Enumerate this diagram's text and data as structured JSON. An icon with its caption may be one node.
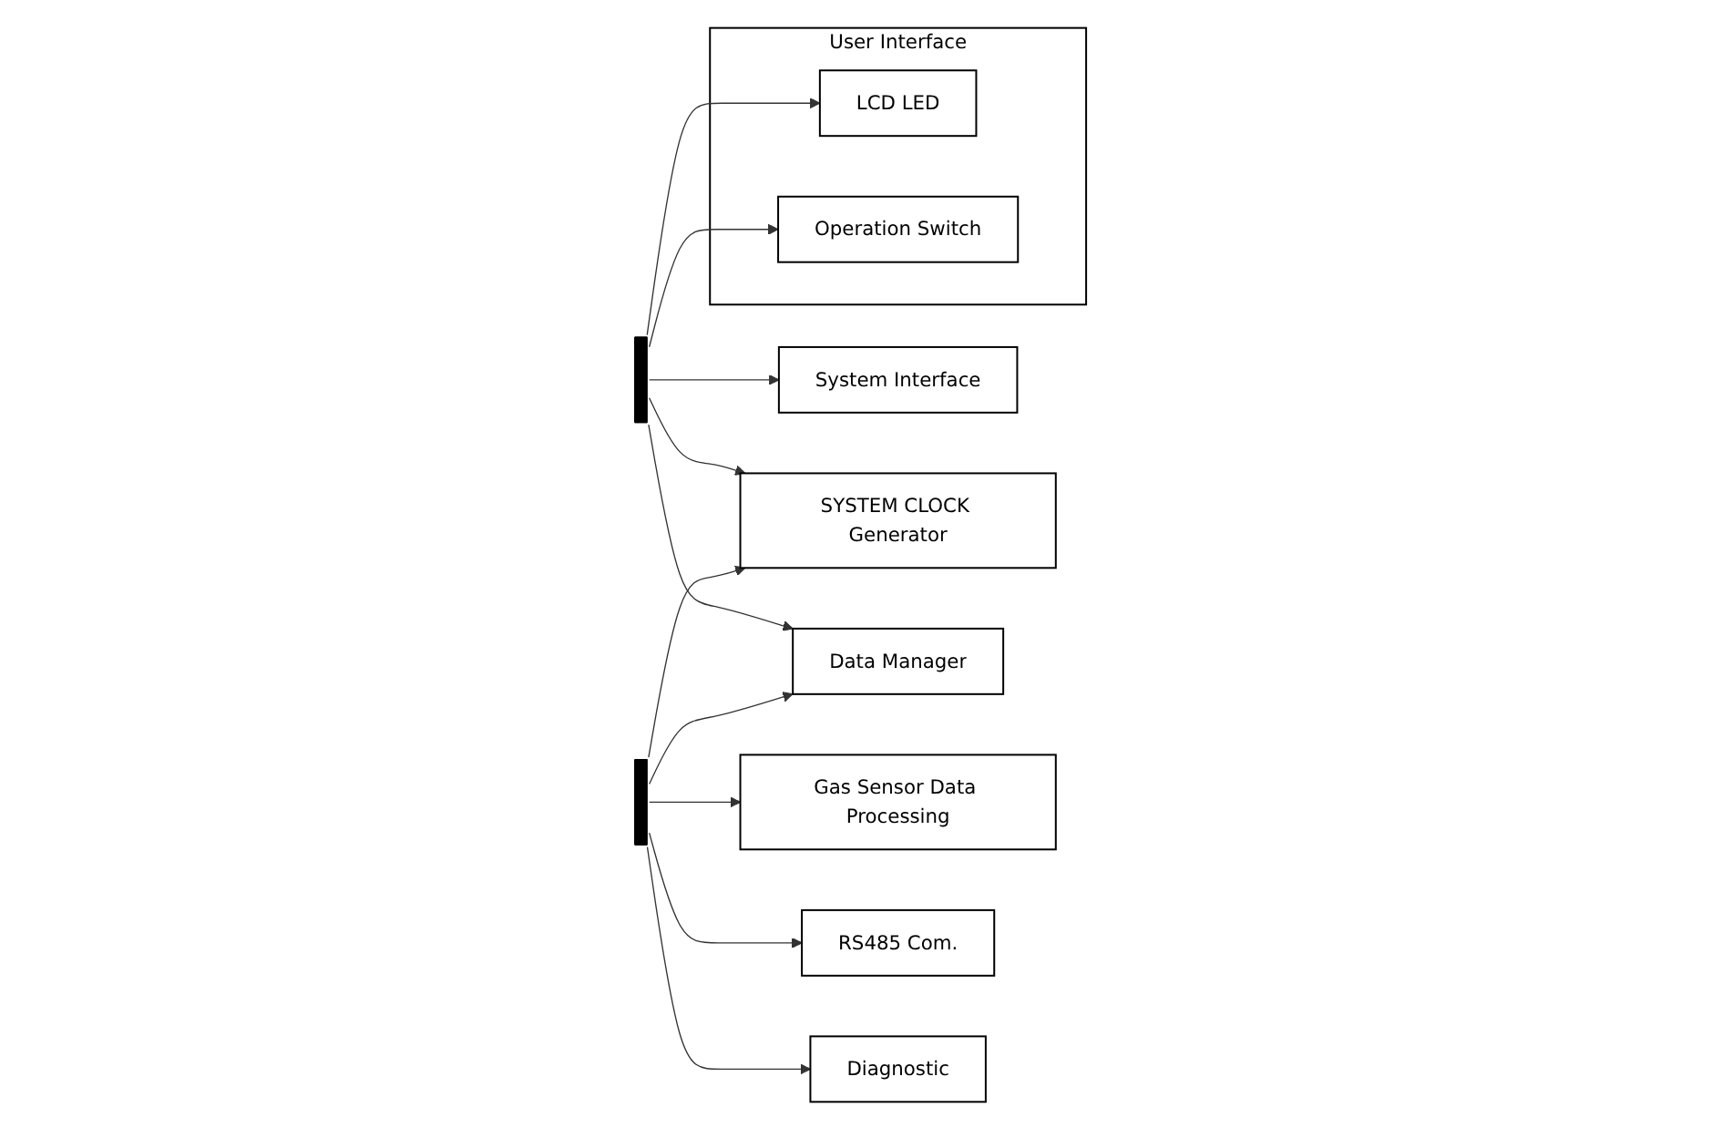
{
  "diagram": {
    "nodes": [
      {
        "text": [
          "User Interface"
        ]
      },
      {
        "text": [
          "LCD LED"
        ],
        "in": 0
      },
      {
        "text": [
          "Operation Switch"
        ],
        "in": 0
      },
      {
        "text": [
          "System Interface"
        ]
      },
      {
        "text": [],
        "shape": "bar"
      },
      {
        "text": [
          "SYSTEM CLOCK Generator"
        ]
      },
      {
        "text": [
          "Data Manager"
        ]
      },
      {
        "text": [],
        "shape": "bar"
      },
      {
        "text": [
          "Gas Sensor Data Processing"
        ]
      },
      {
        "text": [
          "RS485 Com."
        ]
      },
      {
        "text": [
          "Diagnostic"
        ]
      }
    ],
    "edges": [
      {
        "from": 4,
        "to": 1,
        "arrow": "to"
      },
      {
        "from": 4,
        "to": 2,
        "arrow": "to"
      },
      {
        "from": 4,
        "to": 3,
        "arrow": "to"
      },
      {
        "from": 4,
        "to": 5,
        "arrow": "to"
      },
      {
        "from": 4,
        "to": 6,
        "arrow": "to"
      },
      {
        "from": 7,
        "to": 8,
        "arrow": "to"
      },
      {
        "from": 7,
        "to": 5,
        "arrow": "to"
      },
      {
        "from": 7,
        "to": 9,
        "arrow": "to"
      },
      {
        "from": 7,
        "to": 6,
        "arrow": "to"
      },
      {
        "from": 7,
        "to": 10,
        "arrow": "to"
      }
    ]
  }
}
